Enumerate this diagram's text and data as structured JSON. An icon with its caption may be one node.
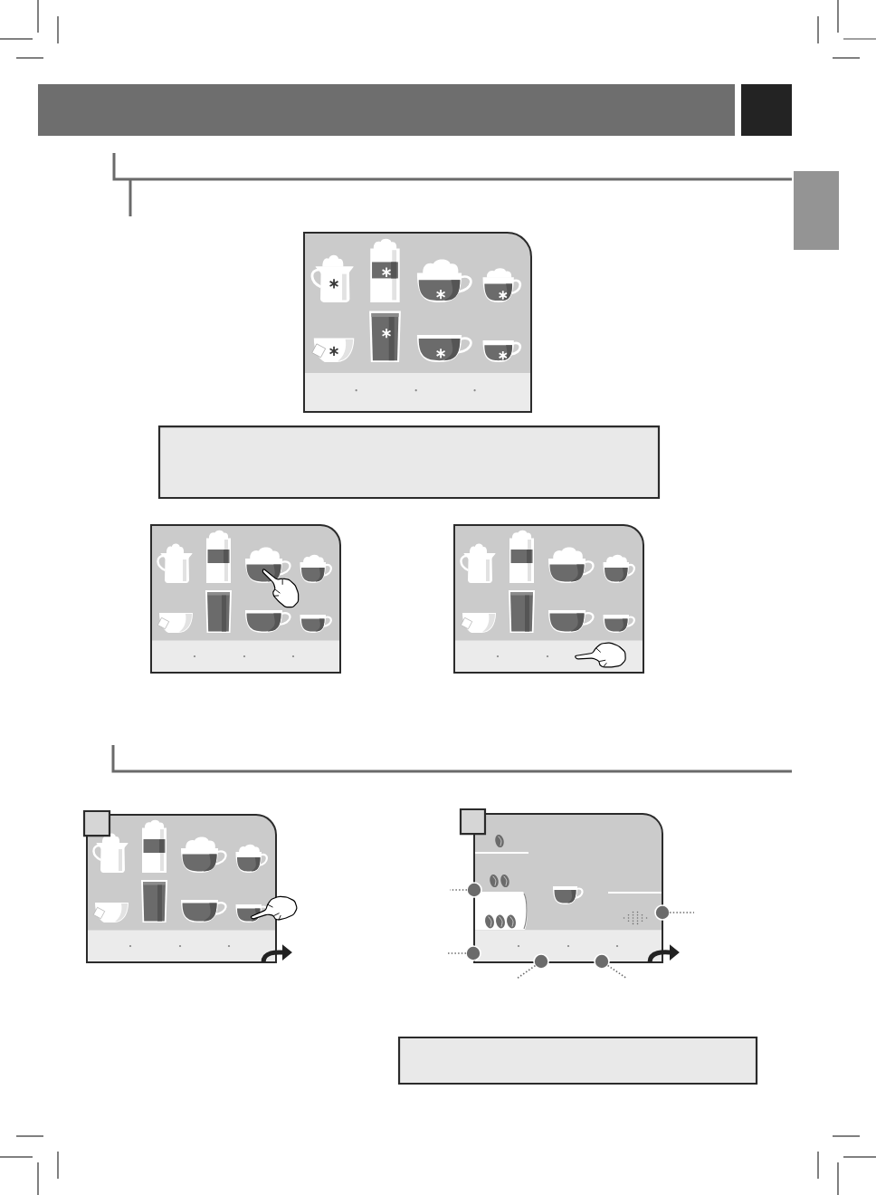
{
  "diagram": {
    "nodes": [
      {
        "text": [],
        "shape": "box"
      },
      {
        "text": [],
        "shape": "box"
      },
      {
        "text": [],
        "shape": "box"
      },
      {
        "text": [],
        "shape": "box"
      },
      {
        "text": [],
        "shape": "box"
      },
      {
        "text": [],
        "shape": "box"
      },
      {
        "text": [],
        "shape": "box"
      },
      {
        "text": [],
        "shape": "box"
      },
      {
        "text": [],
        "shape": "box"
      },
      {
        "text": [],
        "shape": "box"
      },
      {
        "text": [],
        "shape": "box"
      },
      {
        "text": [],
        "shape": "circle"
      },
      {
        "text": [],
        "shape": "circle"
      },
      {
        "text": [],
        "shape": "circle"
      },
      {
        "text": [],
        "shape": "circle"
      },
      {
        "text": [],
        "shape": "circle"
      },
      {
        "text": [],
        "shape": "box"
      }
    ],
    "edges": [
      {
        "from": 8,
        "to": null,
        "arrow": "to",
        "style": "thick",
        "color": "#222222"
      },
      {
        "from": 10,
        "to": null,
        "arrow": "to",
        "style": "thick",
        "color": "#222222"
      },
      {
        "from": 11,
        "to": null,
        "arrow": "none",
        "style": "dashed"
      },
      {
        "from": 12,
        "to": null,
        "arrow": "none",
        "style": "dashed"
      },
      {
        "from": 13,
        "to": null,
        "arrow": "none",
        "style": "dashed"
      },
      {
        "from": 14,
        "to": null,
        "arrow": "none",
        "style": "dashed"
      },
      {
        "from": 15,
        "to": null,
        "arrow": "none",
        "style": "dashed"
      }
    ]
  }
}
